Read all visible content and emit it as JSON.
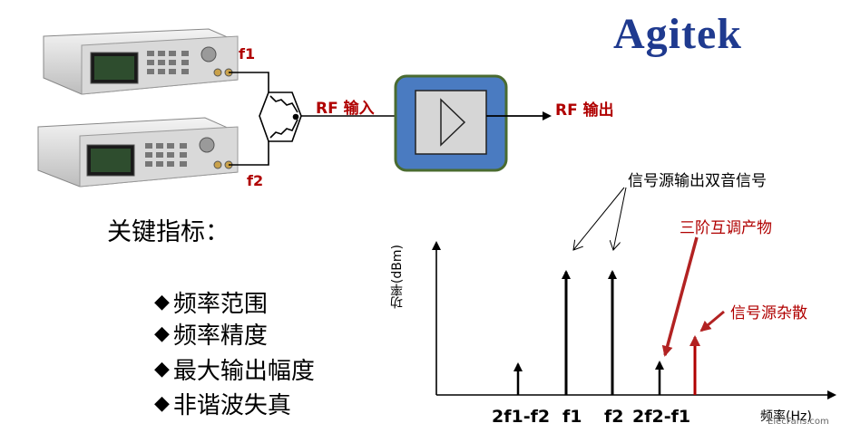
{
  "logo": {
    "text": "Agitek"
  },
  "diagram": {
    "generator_1_label": "f1",
    "generator_2_label": "f2",
    "rf_input_label": "RF 输入",
    "rf_output_label": "RF 输出"
  },
  "annotations": {
    "two_tone": "信号源输出双音信号",
    "third_order": "三阶互调产物",
    "spurious": "信号源杂散"
  },
  "metrics": {
    "title": "关键指标：",
    "bullet_mark": "◆",
    "items": [
      "频率范围",
      "频率精度",
      "最大输出幅度",
      "非谐波失真"
    ]
  },
  "spectrum": {
    "ylabel": "功率(dBm)",
    "xlabel": "频率(Hz)",
    "tick_labels": [
      "2f1-f2",
      "f1",
      "f2",
      "2f2-f1"
    ]
  },
  "watermark": "ElecFans.com",
  "colors": {
    "logo": "#1f3a8f",
    "label_red": "#b00000",
    "amp_blue": "#4a7bc1",
    "amp_border": "#4a6b30"
  }
}
